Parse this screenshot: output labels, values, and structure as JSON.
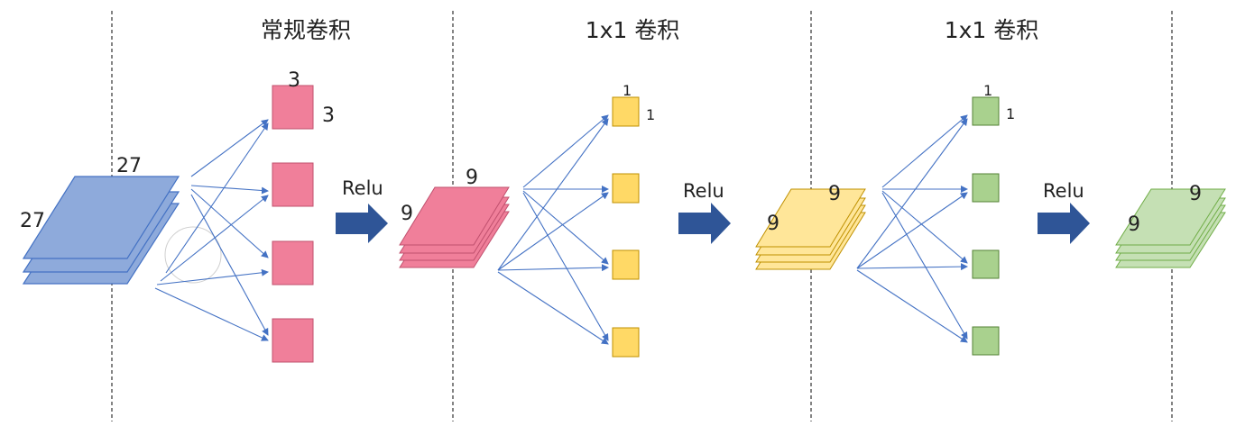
{
  "stages": [
    {
      "title": "常规卷积"
    },
    {
      "title": "1x1 卷积"
    },
    {
      "title": "1x1 卷积"
    }
  ],
  "input_block": {
    "width_label": "27",
    "height_label": "27",
    "color": "#8eaadb",
    "edge_color": "#4472c4"
  },
  "kernel_3x3": {
    "label_top": "3",
    "label_side": "3",
    "color": "#f07f9a",
    "edge_color": "#c0506e"
  },
  "feature_map_1": {
    "width_label": "9",
    "height_label": "9",
    "color": "#f07f9a",
    "edge_color": "#c0506e"
  },
  "kernel_1x1_a": {
    "label_top": "1",
    "label_side": "1",
    "color": "#ffd966",
    "edge_color": "#bf9000"
  },
  "feature_map_2": {
    "width_label": "9",
    "height_label": "9",
    "color": "#ffe699",
    "edge_color": "#bf9000"
  },
  "kernel_1x1_b": {
    "label_top": "1",
    "label_side": "1",
    "color": "#a9d18e",
    "edge_color": "#548235"
  },
  "feature_map_3": {
    "width_label": "9",
    "height_label": "9",
    "color": "#c5e0b4",
    "edge_color": "#70ad47"
  },
  "activations": [
    {
      "label": "Relu"
    },
    {
      "label": "Relu"
    },
    {
      "label": "Relu"
    }
  ],
  "arrow_color": "#2f5597",
  "connector_color": "#4472c4"
}
